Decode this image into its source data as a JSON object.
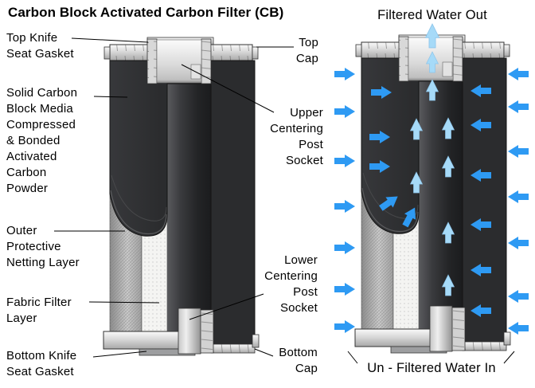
{
  "title": "Carbon Block Activated Carbon Filter (CB)",
  "left_diagram": {
    "labels": {
      "top_knife_seat_gasket": "Top Knife\nSeat Gasket",
      "solid_carbon_block": "Solid Carbon\nBlock Media\nCompressed\n& Bonded\nActivated\nCarbon\nPowder",
      "outer_netting": "Outer\nProtective\nNetting Layer",
      "fabric_filter": "Fabric Filter\nLayer",
      "bottom_knife_seat_gasket": "Bottom Knife\nSeat Gasket",
      "top_cap": "Top\nCap",
      "upper_centering_post_socket": "Upper\nCentering\nPost\nSocket",
      "lower_centering_post_socket": "Lower\nCentering\nPost\nSocket",
      "bottom_cap": "Bottom\nCap"
    }
  },
  "right_diagram": {
    "labels": {
      "filtered_water_out": "Filtered Water Out",
      "unfiltered_water_in": "Un - Filtered Water In"
    }
  },
  "icons": {
    "inflow_arrow": "solid-right-fat-arrow",
    "outflow_arrow": "solid-up-fat-arrow"
  },
  "colors": {
    "inflow_arrow": "#2E9AF3",
    "outflow_arrow": "#A6DAF8",
    "outflow_arrow_edge": "#8CC4EA",
    "carbon_block": "#2B2C2E",
    "metal_light": "#D8D8D8"
  }
}
